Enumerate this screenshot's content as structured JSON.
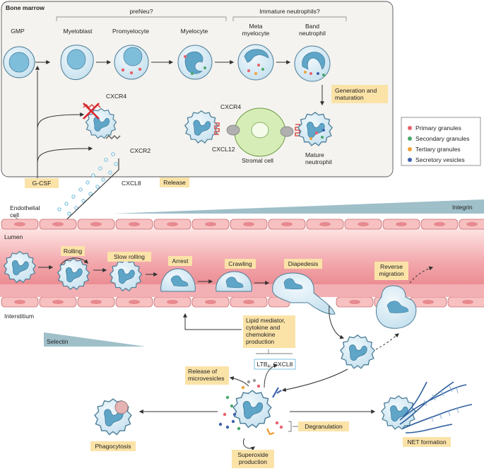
{
  "panel": {
    "title": "Bone marrow"
  },
  "groups": {
    "preneu": "preNeu?",
    "immature": "Immature neutrophils?"
  },
  "stages": [
    {
      "lines": [
        "GMP"
      ]
    },
    {
      "lines": [
        "Myeloblast"
      ]
    },
    {
      "lines": [
        "Promyelocyte"
      ]
    },
    {
      "lines": [
        "Myelocyte"
      ]
    },
    {
      "lines": [
        "Meta",
        "myelocyte"
      ]
    },
    {
      "lines": [
        "Band",
        "neutrophil"
      ]
    }
  ],
  "labels": {
    "generation": [
      "Generation and",
      "maturation"
    ],
    "cxcr4_top": "CXCR4",
    "cxcr2": "CXCR2",
    "cxcr4_mid": "CXCR4",
    "cxcl12": "CXCL12",
    "stromal": "Stromal cell",
    "mature": [
      "Mature",
      "neutrophil"
    ],
    "gcsf": "G-CSF",
    "cxcl8": "CXCL8",
    "release": "Release",
    "endothelial": [
      "Endothelial",
      "cell"
    ],
    "integrin": "Integrin",
    "lumen": "Lumen",
    "interstitium": "Interstitium",
    "selectin": "Selectin",
    "rolling": "Rolling",
    "slow_rolling": "Slow rolling",
    "arrest": "Arrest",
    "crawling": "Crawling",
    "diapedesis": "Diapedesis",
    "reverse": [
      "Reverse",
      "migration"
    ],
    "lipid": [
      "Lipid mediator,",
      "cytokine and",
      "chemokine",
      "production"
    ],
    "ltb4_main": "LTB",
    "ltb4_sub": "4",
    "ltb4_rest": ", CXCL8",
    "microvesicles": [
      "Release of",
      "microvesicles"
    ],
    "degranulation": "Degranulation",
    "phagocytosis": "Phagocytosis",
    "net": "NET formation",
    "superoxide": [
      "Superoxide",
      "production"
    ]
  },
  "legend": [
    {
      "label": "Primary granules",
      "color": "#e8606b"
    },
    {
      "label": "Secondary granules",
      "color": "#4aa86b"
    },
    {
      "label": "Tertiary granules",
      "color": "#f0a23a"
    },
    {
      "label": "Secretory vesicles",
      "color": "#3f62b0"
    }
  ],
  "colors": {
    "cell_fill": "#d8ecf6",
    "cell_stroke": "#4a7c96",
    "nucleus": "#5fa5c8",
    "vessel": "#f6c9c9",
    "highlight": "#fbe3a8"
  }
}
